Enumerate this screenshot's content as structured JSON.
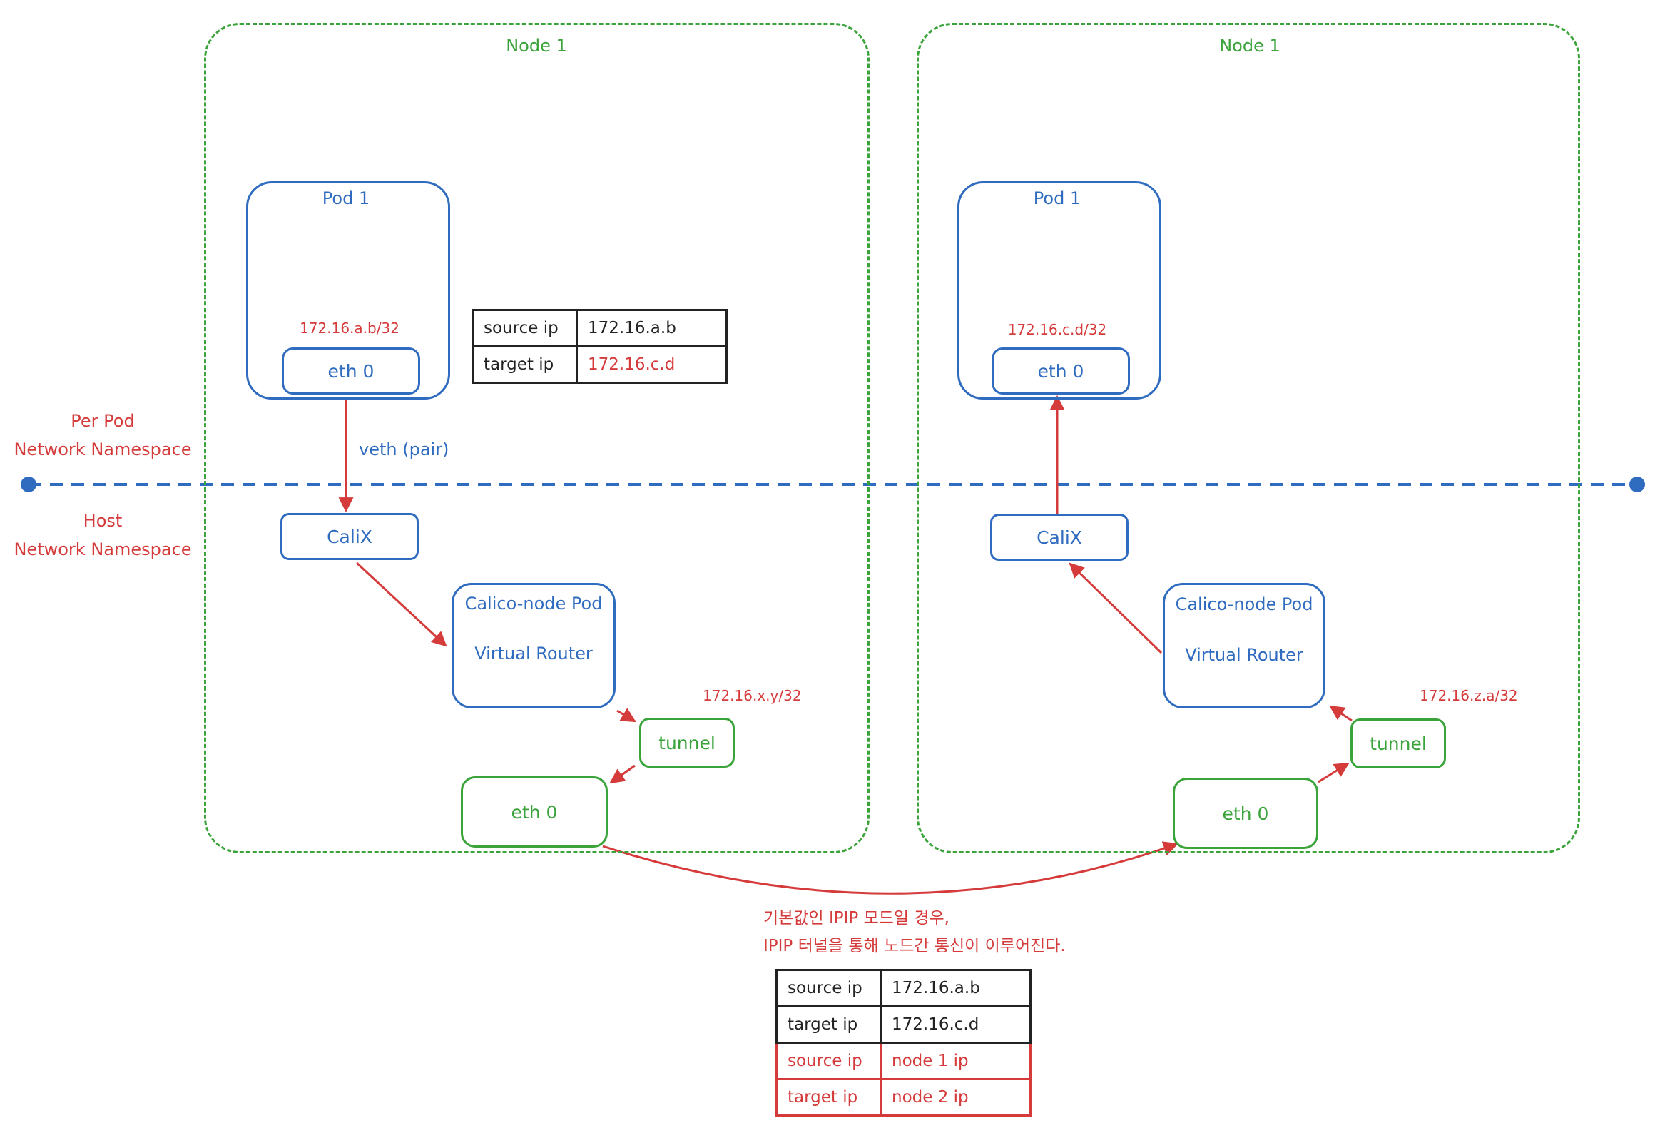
{
  "namespaces": {
    "pod": [
      "Per Pod",
      "Network Namespace"
    ],
    "host": [
      "Host",
      "Network Namespace"
    ]
  },
  "nodes": [
    {
      "title": "Node 1",
      "pod_title": "Pod 1",
      "pod_ip": "172.16.a.b/32",
      "pod_eth": "eth 0",
      "veth_label": "veth (pair)",
      "calix": "CaliX",
      "router_title": "Calico-node Pod",
      "router_sub": "Virtual Router",
      "tunnel_ip": "172.16.x.y/32",
      "tunnel": "tunnel",
      "host_eth": "eth 0"
    },
    {
      "title": "Node 1",
      "pod_title": "Pod 1",
      "pod_ip": "172.16.c.d/32",
      "pod_eth": "eth 0",
      "calix": "CaliX",
      "router_title": "Calico-node Pod",
      "router_sub": "Virtual Router",
      "tunnel_ip": "172.16.z.a/32",
      "tunnel": "tunnel",
      "host_eth": "eth 0"
    }
  ],
  "packet_table": [
    {
      "key": "source ip",
      "value": "172.16.a.b"
    },
    {
      "key": "target ip",
      "value": "172.16.c.d"
    }
  ],
  "encap_note": [
    "기본값인 IPIP 모드일 경우,",
    "IPIP 터널을 통해 노드간 통신이 이루어진다."
  ],
  "encap_table": [
    {
      "key": "source ip",
      "value": "172.16.a.b",
      "outer": false
    },
    {
      "key": "target ip",
      "value": "172.16.c.d",
      "outer": false
    },
    {
      "key": "source ip",
      "value": "node 1 ip",
      "outer": true
    },
    {
      "key": "target ip",
      "value": "node 2 ip",
      "outer": true
    }
  ],
  "colors": {
    "node_border": "#3aa33a",
    "pod_blue": "#2f6bbf",
    "arrow_red": "#d53b3b",
    "namespace_line": "#2f6bbf"
  }
}
